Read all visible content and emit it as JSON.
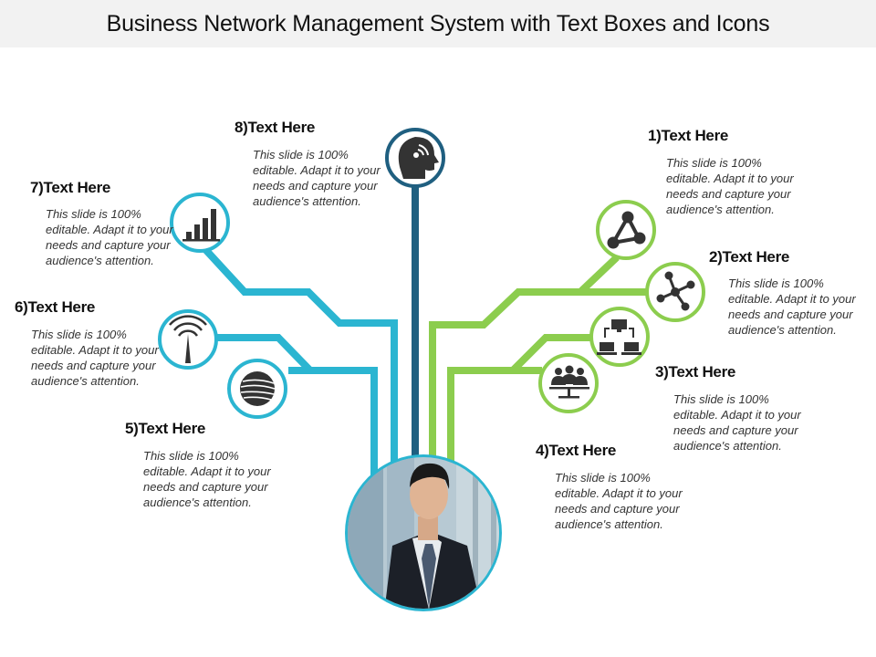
{
  "title": "Business Network Management System with Text Boxes and Icons",
  "colors": {
    "teal": "#2bb5d1",
    "green": "#8ccd4e",
    "navy": "#1f5f80",
    "icon": "#333333"
  },
  "items": [
    {
      "num": "1)",
      "label": "Text Here",
      "text": "This slide is 100% editable. Adapt it to your needs and capture your audience's attention.",
      "icon": "triangle-network-icon"
    },
    {
      "num": "2)",
      "label": "Text Here",
      "text": "This slide is 100% editable. Adapt it to your needs and capture your audience's attention.",
      "icon": "hub-network-icon"
    },
    {
      "num": "3)",
      "label": "Text Here",
      "text": "This slide is 100% editable. Adapt it to your needs and capture your audience's attention.",
      "icon": "computer-network-icon"
    },
    {
      "num": "4)",
      "label": "Text Here",
      "text": "This slide is 100% editable. Adapt it to your needs and capture your audience's attention.",
      "icon": "team-meeting-icon"
    },
    {
      "num": "5)",
      "label": "Text Here",
      "text": "This slide is 100% editable. Adapt it to your needs and capture your audience's attention.",
      "icon": "fiber-optic-icon"
    },
    {
      "num": "6)",
      "label": "Text Here",
      "text": "This slide is 100% editable. Adapt it to your needs and capture your audience's attention.",
      "icon": "antenna-signal-icon"
    },
    {
      "num": "7)",
      "label": "Text Here",
      "text": "This slide is 100% editable. Adapt it to your needs and capture your audience's attention.",
      "icon": "bar-chart-icon"
    },
    {
      "num": "8)",
      "label": "Text Here",
      "text": "This slide is 100% editable. Adapt it to your needs and capture your audience's attention.",
      "icon": "head-signal-icon"
    }
  ]
}
